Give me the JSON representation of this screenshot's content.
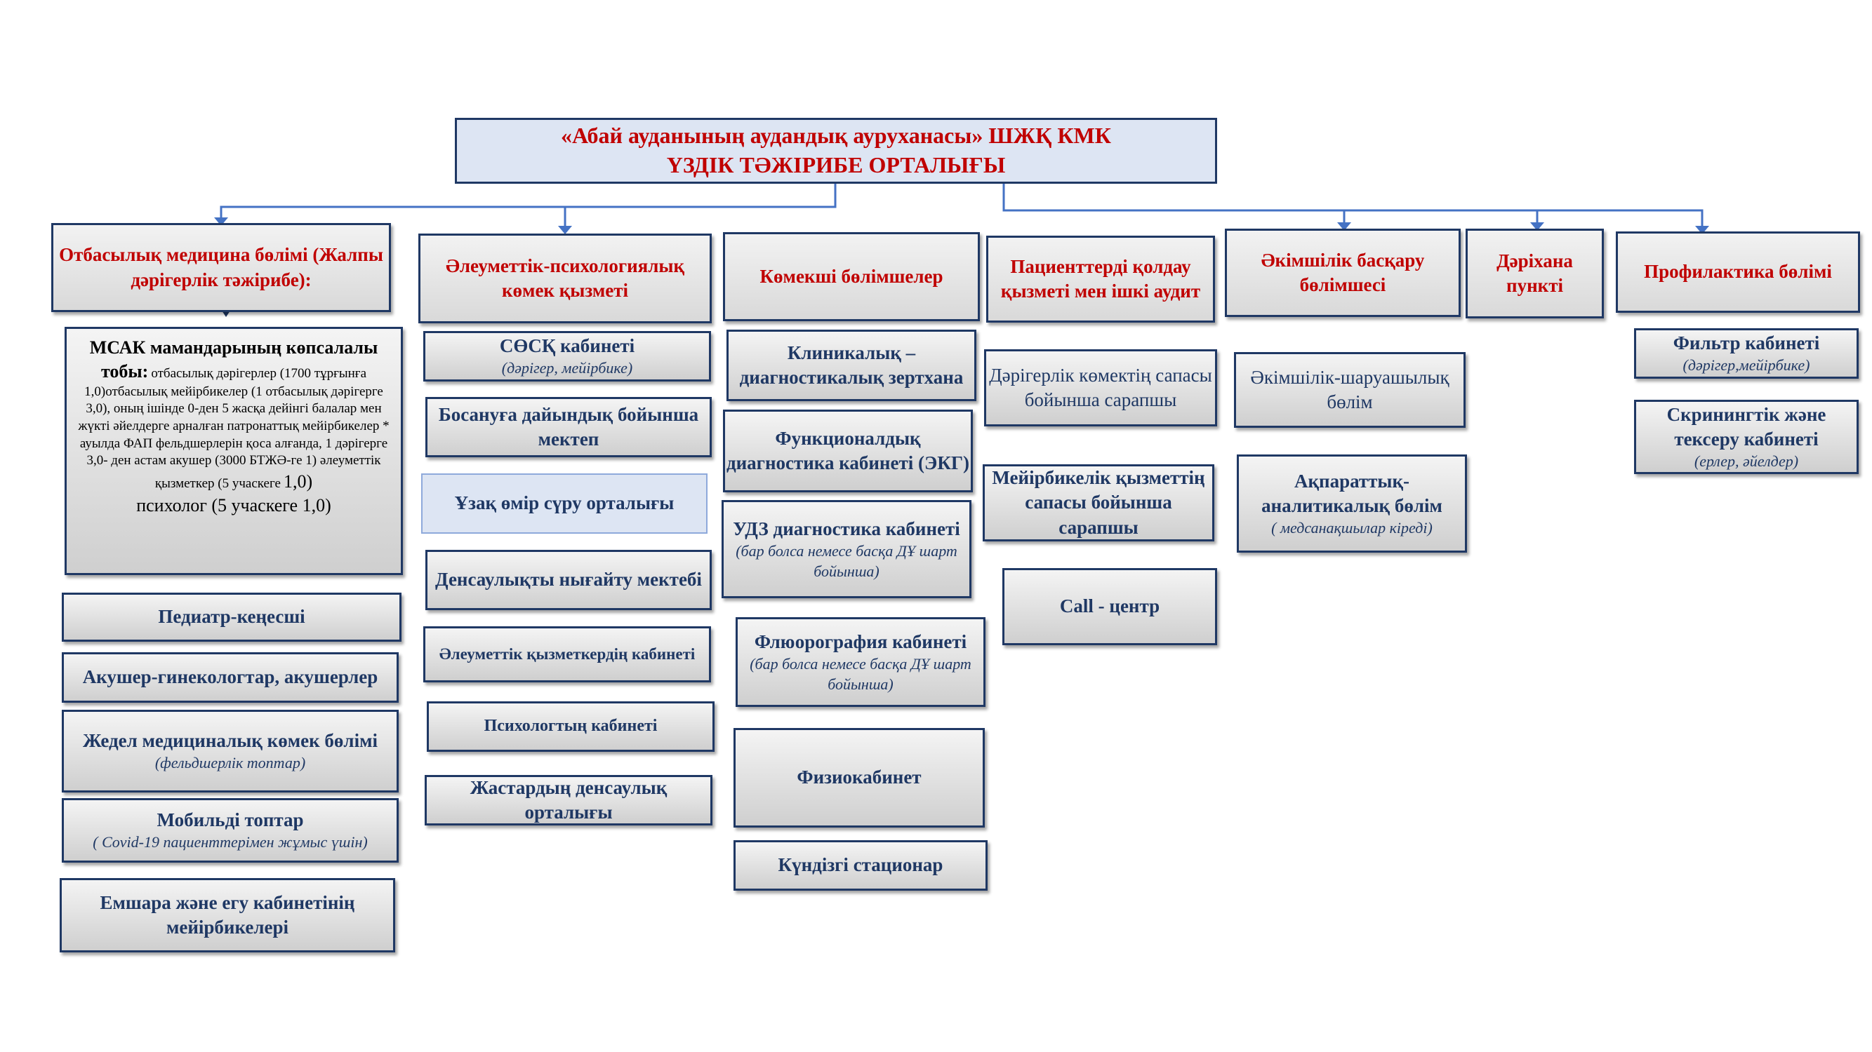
{
  "title": {
    "line1": "«Абай ауданының аудандық ауруханасы» ШЖҚ КМК",
    "line2": "ҮЗДІК ТӘЖІРИБЕ ОРТАЛЫҒЫ"
  },
  "headers": {
    "family": "Отбасылық медицина бөлімі (Жалпы дәрігерлік тәжірибе):",
    "social": "Әлеуметтік-психологиялық көмек қызметі",
    "aux": "Көмекші бөлімшелер",
    "patient": "Пациенттерді қолдау қызметі мен ішкі аудит",
    "admin": "Әкімшілік басқару бөлімшесі",
    "pharmacy": "Дәріхана пункті",
    "prevention": "Профилактика бөлімі"
  },
  "family": {
    "msak_title": "МСАК мамандарының көпсалалы тобы:",
    "msak_text": "отбасылық дәрігерлер (1700 тұрғынға 1,0)отбасылық мейірбикелер (1 отбасылық дәрігерге 3,0), оның ішінде 0-ден 5 жасқа дейінгі балалар мен жүкті әйелдерге арналған патронаттық мейірбикелер * ауылда ФАП фельдшерлерін қоса алғанда, 1 дәрігерге 3,0- ден астам акушер (3000 БТЖӘ-ге 1) әлеуметтік қызметкер (5 учаскеге",
    "msak_val1": "1,0)",
    "msak_psych": "психолог (5 учаскеге 1,0)",
    "pediatr": "Педиатр-кеңесші",
    "obgyn": "Акушер-гинекологтар, акушерлер",
    "emergency": "Жедел медициналық көмек бөлімі",
    "emergency_note": "(фельдшерлік топтар)",
    "mobile": "Мобильді топтар",
    "mobile_note": "( Covid-19 пациенттерімен жұмыс үшін)",
    "nurses": "Емшара және егу кабинетінің мейірбикелері"
  },
  "social": {
    "sosk": "СӨСҚ кабинеті",
    "sosk_note": "(дәрігер, мейірбике)",
    "birth": "Босануға дайындық бойынша мектеп",
    "longlife": "Ұзақ өмір сүру орталығы",
    "health_school": "Денсаулықты нығайту мектебі",
    "social_worker": "Әлеуметтік қызметкердің кабинеті",
    "psychologist": "Психологтың кабинеті",
    "youth": "Жастардың денсаулық орталығы"
  },
  "aux": {
    "lab": "Клиникалық – диагностикалық зертхана",
    "func": "Функционалдық диагностика кабинеті (ЭКГ)",
    "uzd": "УДЗ диагностика кабинеті",
    "uzd_note": "(бар болса немесе басқа ДҰ шарт бойынша)",
    "fluoro": "Флюорография кабинеті",
    "fluoro_note": "(бар болса немесе басқа ДҰ шарт бойынша)",
    "physio": "Физиокабинет",
    "daycare": "Күндізгі стационар"
  },
  "patient": {
    "expert_doc": "Дәрігерлік көмектің сапасы бойынша сарапшы",
    "expert_nurse": "Мейірбикелік қызметтің сапасы бойынша сарапшы",
    "call": "Call - центр"
  },
  "admin": {
    "econ": "Әкімшілік-шаруашылық бөлім",
    "info": "Ақпараттық-аналитикалық бөлім",
    "info_note": "( медсанақшылар кіреді)"
  },
  "prevention": {
    "filter": "Фильтр кабинеті",
    "filter_note": "(дәрігер,мейірбике)",
    "screening": "Скринингтік және тексеру кабинеті",
    "screening_note": "(ерлер, әйелдер)"
  }
}
